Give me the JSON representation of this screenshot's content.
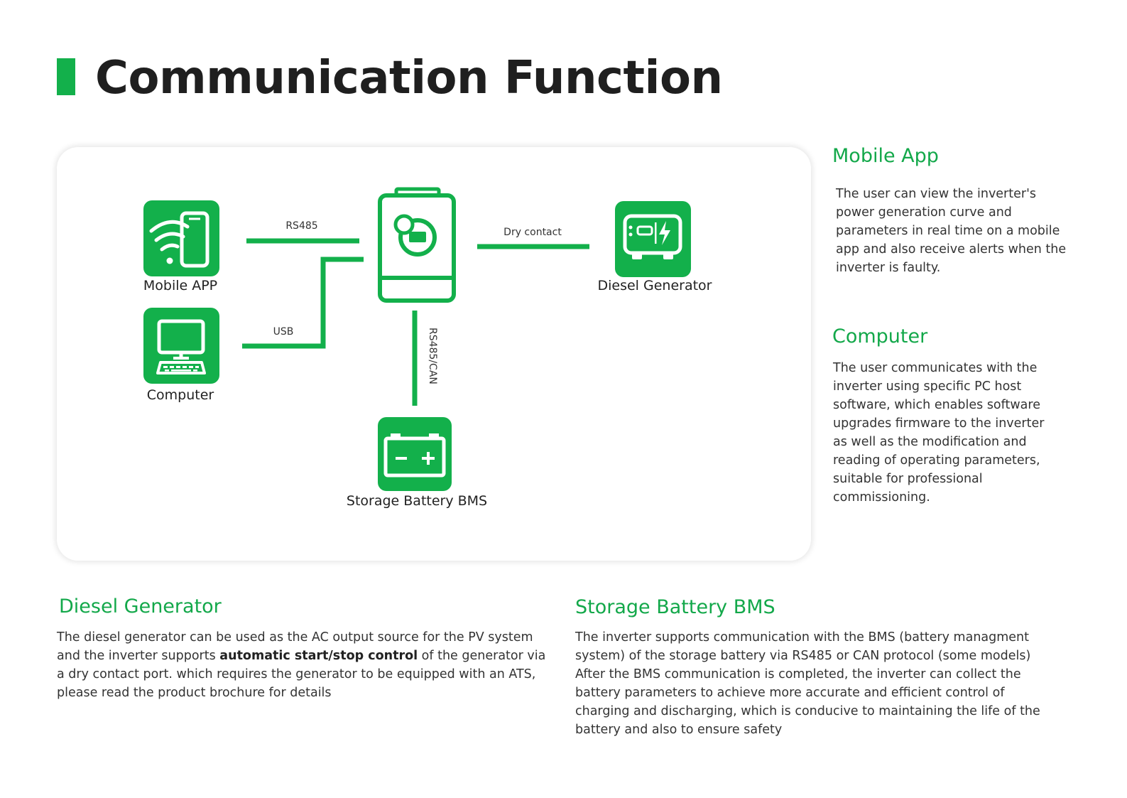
{
  "page": {
    "title": "Communication Function",
    "accent_color": "#13b04b"
  },
  "diagram": {
    "nodes": {
      "mobile_app": {
        "label": "Mobile APP",
        "icon": "wifi-phone-icon"
      },
      "computer": {
        "label": "Computer",
        "icon": "desktop-computer-icon"
      },
      "inverter": {
        "label": "",
        "icon": "inverter-icon"
      },
      "diesel_generator": {
        "label": "Diesel Generator",
        "icon": "generator-icon"
      },
      "battery": {
        "label": "Storage Battery BMS",
        "icon": "battery-icon"
      }
    },
    "links": {
      "app_inverter": "RS485",
      "computer_inverter": "USB",
      "inverter_generator": "Dry contact",
      "inverter_battery": "RS485/CAN"
    }
  },
  "sections": {
    "mobile_app": {
      "title": "Mobile App",
      "body": "The user can view the inverter's power generation curve and parameters in real time on a mobile app and also receive alerts when the inverter is faulty."
    },
    "computer": {
      "title": "Computer",
      "body": "The user communicates with the inverter using specific PC host software, which enables software upgrades firmware to the inverter as well as the modification and reading of operating parameters, suitable for professional commissioning."
    },
    "diesel_generator": {
      "title": "Diesel Generator",
      "body_before": "The diesel generator can be used as the AC output source for the PV system and the inverter supports ",
      "body_bold": "automatic start/stop control",
      "body_after": " of the generator via a dry contact port. which requires the generator to be equipped with an ATS, please read the product brochure for details"
    },
    "battery_bms": {
      "title": "Storage Battery BMS",
      "body": "The inverter supports communication with the BMS (battery managment system) of the storage battery via RS485 or CAN protocol (some models) After the BMS communication is completed, the inverter can collect the battery parameters to achieve more accurate and efficient control of charging and discharging, which is conducive to maintaining the life of the battery and also to ensure safety"
    }
  }
}
